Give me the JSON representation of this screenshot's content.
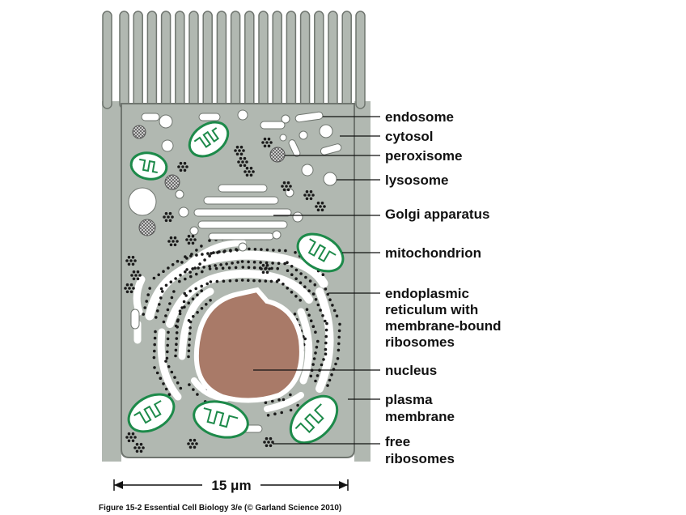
{
  "labels": {
    "endosome": "endosome",
    "cytosol": "cytosol",
    "peroxisome": "peroxisome",
    "lysosome": "lysosome",
    "golgi": "Golgi apparatus",
    "mitochondrion": "mitochondrion",
    "er": [
      "endoplasmic",
      "reticulum with",
      "membrane-bound",
      "ribosomes"
    ],
    "nucleus": "nucleus",
    "plasma_membrane": [
      "plasma",
      "membrane"
    ],
    "free_ribosomes": [
      "free",
      "ribosomes"
    ]
  },
  "scale_bar": "15 μm",
  "caption": "Figure 15-2  Essential Cell Biology 3/e (© Garland Science 2010)",
  "colors": {
    "cytoplasm": "#b1b8b1",
    "cell_outline": "#6f756f",
    "mitochondrion_stroke": "#1d8a4a",
    "nucleus": "#a97a68",
    "ribosome": "#1a1a1a",
    "peroxisome": "#8c8c8c"
  }
}
